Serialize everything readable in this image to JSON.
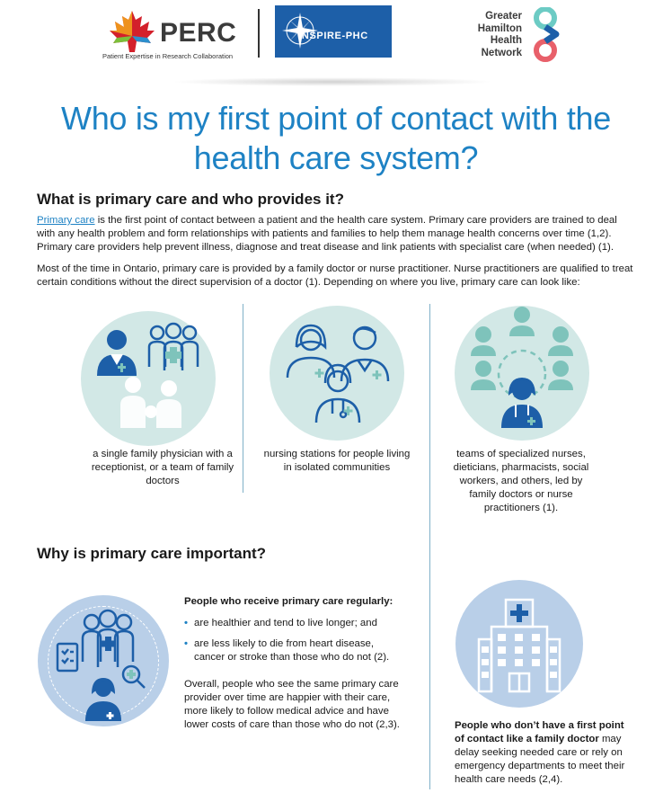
{
  "header": {
    "perc": {
      "name": "PERC",
      "subtitle": "Patient Expertise in Research Collaboration"
    },
    "inspire": {
      "name": "INSPIRE-PHC"
    },
    "ghhn": {
      "lines": [
        "Greater",
        "Hamilton",
        "Health",
        "Network"
      ]
    }
  },
  "title": "Who is my first point of contact with the health care system?",
  "section1": {
    "heading": "What is primary care and who provides it?",
    "para1_link": "Primary care",
    "para1_rest": " is the first point of contact between a patient and the health care system. Primary care providers are trained to deal with any health problem and form relationships with patients and families to help them manage health concerns over time (1,2). Primary care providers help prevent illness, diagnose and treat disease and link patients with specialist care (when needed) (1).",
    "para2": "Most of the time in Ontario, primary care is provided by a family doctor or nurse practitioner. Nurse practitioners are qualified to treat certain conditions without the direct supervision of a doctor (1). Depending on where you live, primary care can look like:",
    "options": [
      {
        "caption": "a single family physician with a receptionist, or a team of family doctors"
      },
      {
        "caption": "nursing stations for people living in isolated communities"
      },
      {
        "caption": "teams of specialized nurses, dieticians, pharmacists, social workers, and others, led by family doctors or nurse practitioners (1)."
      }
    ]
  },
  "section2": {
    "heading": "Why is primary care important?",
    "bold_line": "People who receive primary care regularly:",
    "bullets": [
      "are healthier and tend to live longer; and",
      "are less likely to die from heart disease, cancer or stroke than those who do not (2)."
    ],
    "overall": "Overall, people who see the same primary care provider over time are happier with their care, more likely to follow medical advice and have lower costs of care than those who do not (2,3).",
    "nofp_bold": "People who don’t have a first point of contact like a family doctor",
    "nofp_rest": " may delay seeking needed care or rely on emergency departments to meet their health care needs (2,4)."
  },
  "colors": {
    "title_blue": "#1e82c4",
    "teal_light": "#d2e8e6",
    "teal_icon": "#7ec3bb",
    "navy_icon": "#1d5fa8",
    "periwinkle": "#b9cfe8"
  }
}
